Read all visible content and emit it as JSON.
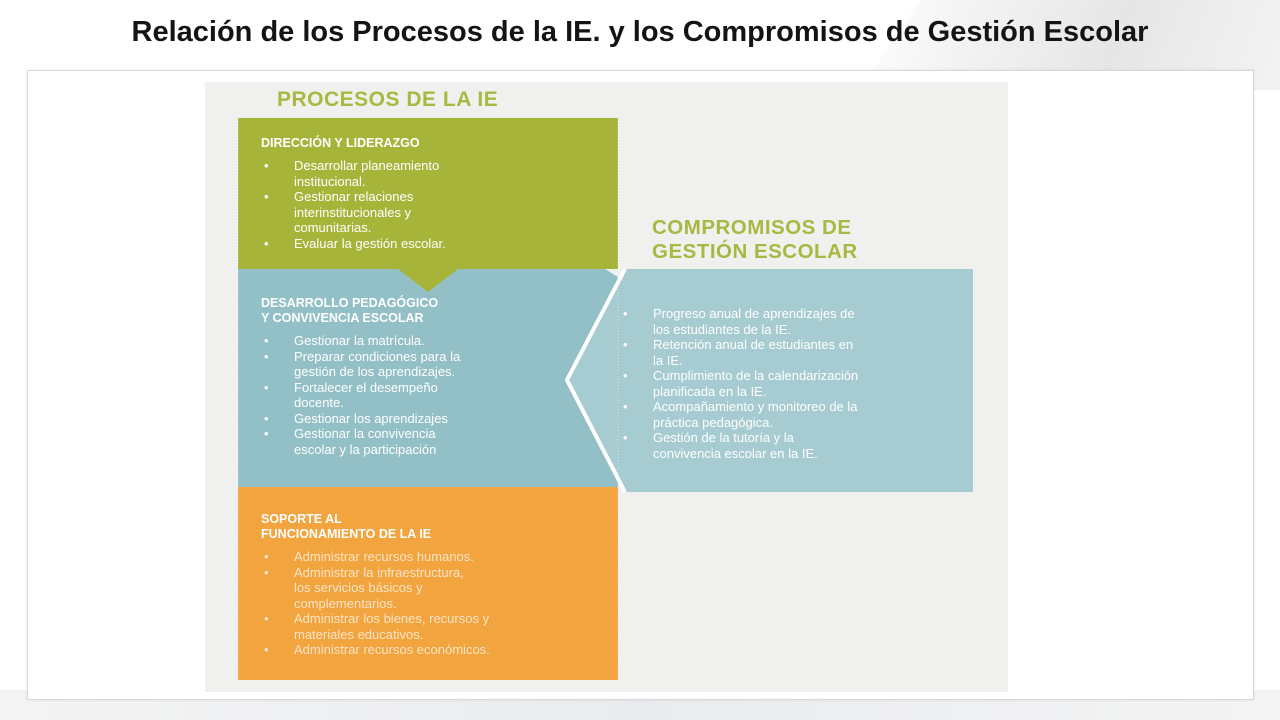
{
  "slide": {
    "title": "Relación de los Procesos de la IE. y los Compromisos de Gestión Escolar"
  },
  "diagram": {
    "left_heading": "PROCESOS DE LA  IE",
    "right_heading": [
      "COMPROMISOS DE",
      "GESTIÓN ESCOLAR"
    ],
    "bullet": "•",
    "colors": {
      "green": "#a6b53a",
      "teal": "#93c0c6",
      "orange": "#f2a43e",
      "commitments": "#a6cbd0",
      "heading_green": "#a9b842"
    },
    "blocks": [
      {
        "title": [
          "DIRECCIÓN Y LIDERAZGO"
        ],
        "items": [
          [
            "Desarrollar planeamiento",
            "institucional."
          ],
          [
            "Gestionar relaciones",
            "interinstitucionales y",
            "comunitarias."
          ],
          [
            "Evaluar la gestión escolar."
          ]
        ]
      },
      {
        "title": [
          "DESARROLLO PEDAGÓGICO",
          "Y CONVIVENCIA ESCOLAR"
        ],
        "items": [
          [
            "Gestionar la matrícula."
          ],
          [
            "Preparar condiciones para la",
            "gestión de los aprendizajes."
          ],
          [
            "Fortalecer el desempeño",
            "docente."
          ],
          [
            "Gestionar los aprendizajes"
          ],
          [
            "Gestionar la convivencia",
            "escolar y la participación"
          ]
        ]
      },
      {
        "title": [
          "SOPORTE AL",
          "FUNCIONAMIENTO DE LA IE"
        ],
        "items": [
          [
            "Administrar recursos humanos."
          ],
          [
            "Administrar la infraestructura,",
            "los servicios básicos y",
            "complementarios."
          ],
          [
            "Administrar los bienes, recursos y",
            "materiales educativos."
          ],
          [
            "Administrar recursos económicos."
          ]
        ]
      }
    ],
    "commitments": [
      [
        "Progreso anual de aprendizajes de",
        "los estudiantes de la IE."
      ],
      [
        "Retención anual de estudiantes en",
        "la IE."
      ],
      [
        "Cumplimiento de la calendarización",
        "planificada en la IE."
      ],
      [
        "Acompañamiento y monitoreo de la",
        "práctica pedagógica."
      ],
      [
        "Gestión de la tutoría y la",
        "convivencia escolar en la IE."
      ]
    ]
  }
}
